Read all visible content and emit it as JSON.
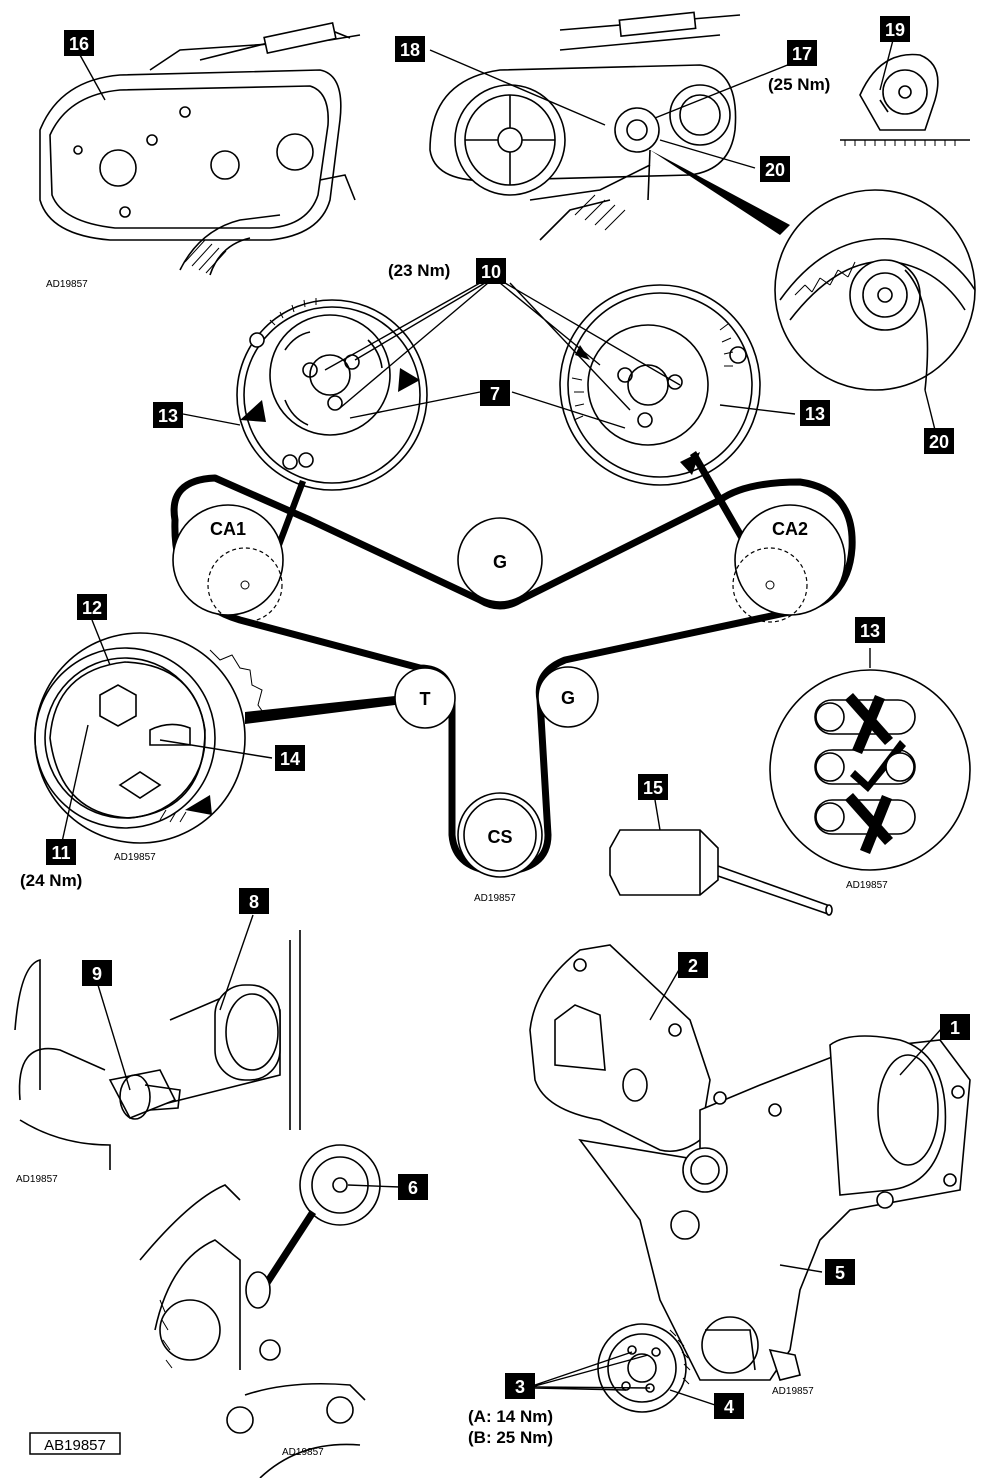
{
  "diagram": {
    "ref_code": "AB19857",
    "sub_ref": "AD19857",
    "pulleys": {
      "ca1": "CA1",
      "ca2": "CA2",
      "g_upper": "G",
      "g_lower": "G",
      "tensioner": "T",
      "crankshaft": "CS"
    },
    "callouts": {
      "c1": "1",
      "c2": "2",
      "c3": "3",
      "c4": "4",
      "c5": "5",
      "c6": "6",
      "c7": "7",
      "c8": "8",
      "c9": "9",
      "c10": "10",
      "c11": "11",
      "c12": "12",
      "c13a": "13",
      "c13b": "13",
      "c13c": "13",
      "c14": "14",
      "c15": "15",
      "c16": "16",
      "c17": "17",
      "c18": "18",
      "c19": "19",
      "c20a": "20",
      "c20b": "20"
    },
    "torques": {
      "t10": "(23 Nm)",
      "t17": "(25 Nm)",
      "t11": "(24 Nm)",
      "t3a": "(A: 14 Nm)",
      "t3b": "(B: 25 Nm)"
    }
  }
}
